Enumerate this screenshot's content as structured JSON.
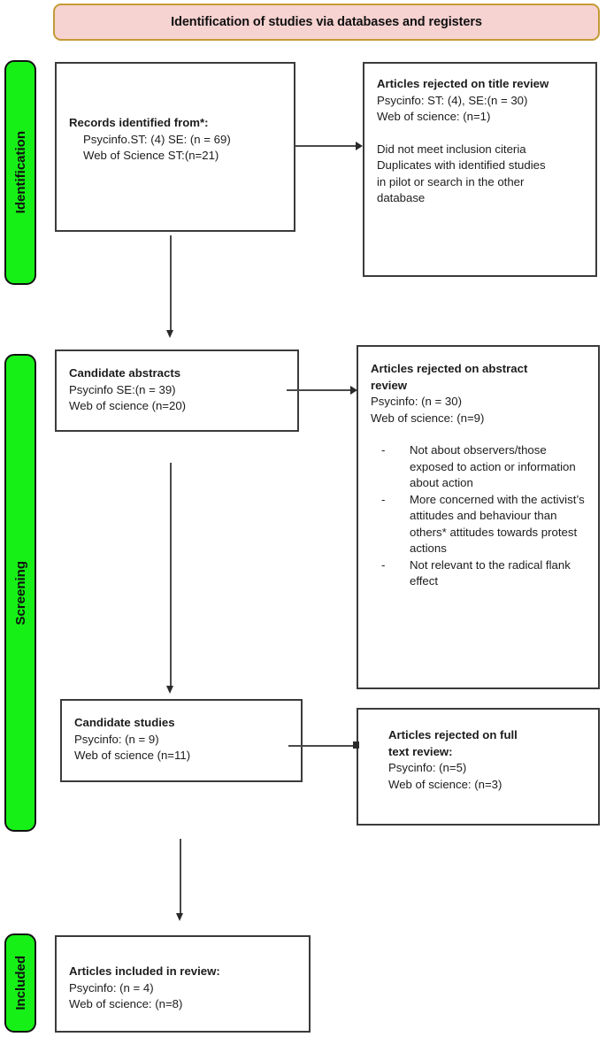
{
  "banner": {
    "title": "Identification of studies via databases and registers"
  },
  "stages": [
    {
      "id": "identification",
      "label": "Identification"
    },
    {
      "id": "screening",
      "label": "Screening"
    },
    {
      "id": "included",
      "label": "Included"
    }
  ],
  "colors": {
    "stage_fill": "#16F016",
    "stage_border": "#111111",
    "banner_fill": "#F6D2D0",
    "banner_border": "#C49A36",
    "box_border": "#3b3b3b",
    "connector": "#4a4a4a"
  },
  "boxes": {
    "records": {
      "heading": "Records identified from*:",
      "lines": [
        "Psycinfo.ST: (4) SE: (n = 69)",
        "Web of Science ST:(n=21)"
      ]
    },
    "title_reject": {
      "heading": "Articles rejected on title review",
      "lines": [
        "Psycinfo: ST: (4), SE:(n = 30)",
        "Web of science: (n=1)"
      ],
      "notes": [
        "Did not meet inclusion citeria",
        "Duplicates with identified studies",
        "in pilot or search in the other",
        "database"
      ]
    },
    "candidate_abstracts": {
      "heading": "Candidate abstracts",
      "lines": [
        "Psycinfo SE:(n = 39)",
        "Web of science (n=20)"
      ]
    },
    "abstract_reject": {
      "heading_line1": "Articles rejected on abstract",
      "heading_line2": "review",
      "lines": [
        "Psycinfo: (n = 30)",
        "Web of science: (n=9)"
      ],
      "bullet_marker": "-",
      "bullets": [
        "Not about observers/those exposed to action or information about action",
        "More concerned with the activist’s attitudes and behaviour than others* attitudes towards protest actions",
        "Not relevant to the radical flank effect"
      ]
    },
    "candidate_studies": {
      "heading": "Candidate studies",
      "lines": [
        "Psycinfo: (n = 9)",
        "Web of science (n=11)"
      ]
    },
    "fulltext_reject": {
      "heading_line1": "Articles rejected on full",
      "heading_line2": "text review:",
      "lines": [
        "Psycinfo: (n=5)",
        "Web of science: (n=3)"
      ]
    },
    "included": {
      "heading": "Articles included in review:",
      "lines": [
        "Psycinfo: (n = 4)",
        "Web of science: (n=8)"
      ]
    }
  },
  "connectors": [
    {
      "id": "records-to-title-reject",
      "type": "horizontal-arrow"
    },
    {
      "id": "records-to-abstracts",
      "type": "vertical-arrow"
    },
    {
      "id": "abstracts-to-abstract-reject",
      "type": "horizontal-arrow"
    },
    {
      "id": "abstracts-to-studies",
      "type": "vertical-arrow"
    },
    {
      "id": "studies-to-fulltext-reject",
      "type": "horizontal-stub"
    },
    {
      "id": "studies-to-included",
      "type": "vertical-arrow"
    }
  ]
}
